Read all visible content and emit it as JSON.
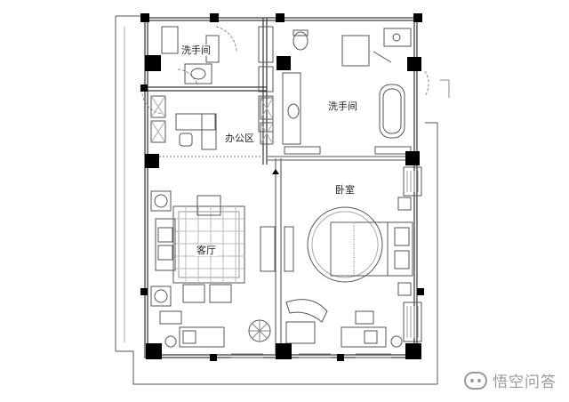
{
  "rooms": {
    "washroom_top_left": "洗手间",
    "washroom_master": "洗手间",
    "office": "办公区",
    "bedroom": "卧室",
    "living_room": "客厅"
  },
  "watermark": {
    "text": "悟空问答",
    "logo_icon": "dialog-bubble-icon"
  },
  "colors": {
    "wall": "#000000",
    "line": "#555555",
    "background": "#ffffff",
    "watermark": "#9a9a9a"
  }
}
